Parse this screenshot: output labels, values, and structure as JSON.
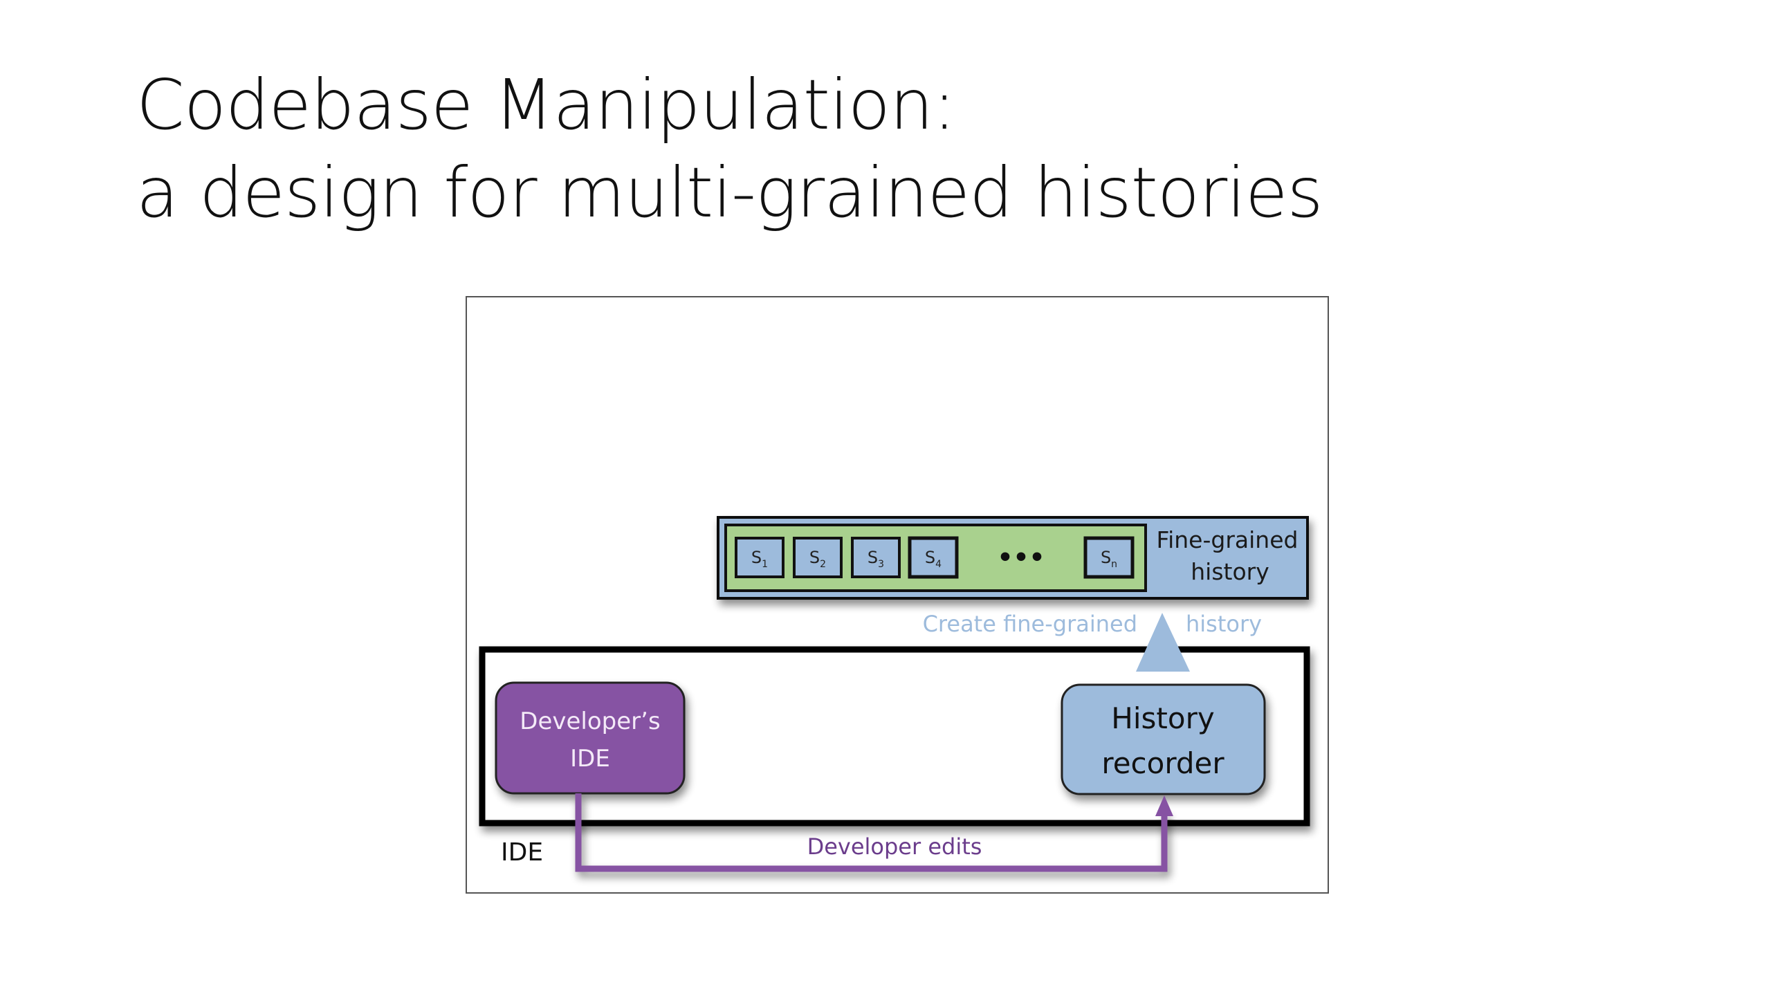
{
  "slide": {
    "title_line1": "Codebase Manipulation:",
    "title_line2": "a design for multi-grained histories"
  },
  "diagram": {
    "history_bar": {
      "label_line1": "Fine-grained",
      "label_line2": "history",
      "snapshots": [
        {
          "base": "S",
          "sub": "1"
        },
        {
          "base": "S",
          "sub": "2"
        },
        {
          "base": "S",
          "sub": "3"
        },
        {
          "base": "S",
          "sub": "4"
        }
      ],
      "ellipsis": "•••",
      "last_snapshot": {
        "base": "S",
        "sub": "n"
      }
    },
    "create_label_left": "Create fine-grained",
    "create_label_right": "history",
    "ide_container_label": "IDE",
    "developer_ide": {
      "line1": "Developer’s",
      "line2": "IDE"
    },
    "history_recorder": {
      "line1": "History",
      "line2": "recorder"
    },
    "edge_label": "Developer edits",
    "colors": {
      "blue_fill": "#9dbbdc",
      "green_fill": "#a9d18e",
      "purple": "#8652a3",
      "light_blue_text": "#9dbbdc",
      "edge_text": "#6b3d8c"
    }
  }
}
